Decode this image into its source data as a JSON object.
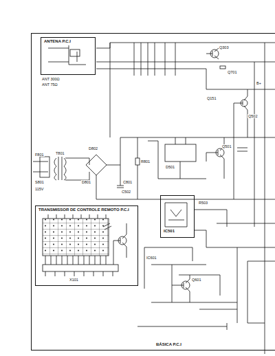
{
  "diagram": {
    "nodes": [
      {
        "text": [
          "BÁSICA P.C.I"
        ]
      },
      {
        "text": [
          "ANTENA P.C.I"
        ],
        "in": 0
      },
      {
        "text": [
          "TRANSMISSOR DE CONTROLE REMOTO P.C.I"
        ],
        "in": 0
      },
      {
        "text": [
          "IC501"
        ],
        "in": 0
      }
    ],
    "labels": [
      "ANT 300Ω",
      "ANT 75Ω",
      "Q303",
      "Q701",
      "D801",
      "D802",
      "T801",
      "F801",
      "C801",
      "R801",
      "S801",
      "Q501",
      "Q502",
      "D501",
      "C502",
      "R503",
      "Q601",
      "IC601",
      "Q151",
      "B+",
      "X101",
      "115V"
    ]
  }
}
